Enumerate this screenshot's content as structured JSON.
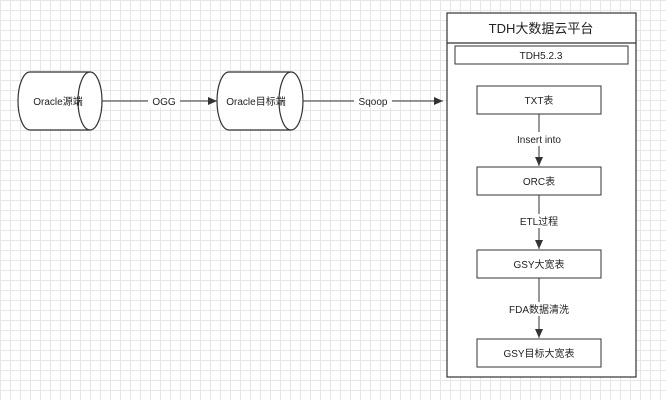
{
  "source_db": "Oracle源端",
  "target_db": "Oracle目标端",
  "edge_ogg": "OGG",
  "edge_sqoop": "Sqoop",
  "platform": {
    "title": "TDH大数据云平台",
    "version": "TDH5.2.3",
    "nodes": [
      "TXT表",
      "ORC表",
      "GSY大宽表",
      "GSY目标大宽表"
    ],
    "edges": [
      "Insert into",
      "ETL过程",
      "FDA数据清洗"
    ]
  },
  "colors": {
    "stroke": "#333333",
    "fill": "#ffffff",
    "grid": "#e6e6e6"
  }
}
